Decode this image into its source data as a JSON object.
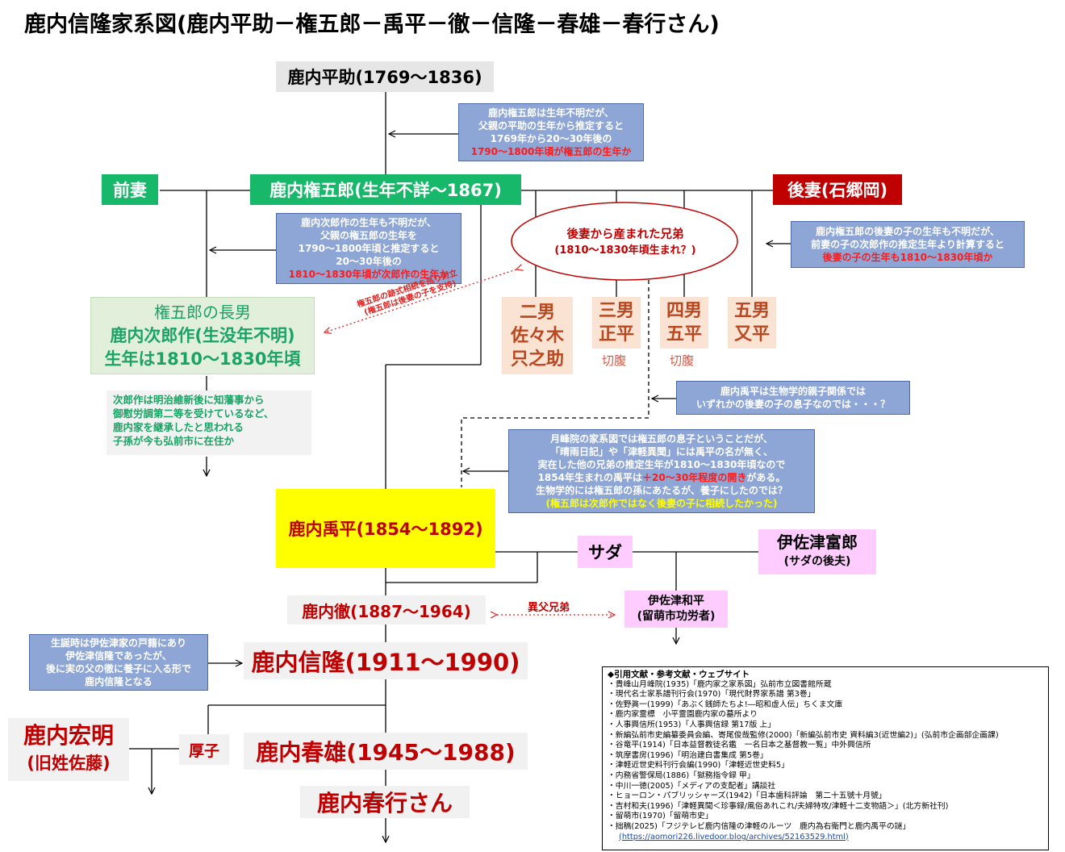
{
  "title": "鹿内信隆家系図(鹿内平助－権五郎－禹平－徹－信隆－春雄－春行さん)",
  "persons": {
    "heisuke": "鹿内平助(1769～1836)",
    "gongoro": "鹿内権五郎(生年不詳～1867)",
    "first_wife": "前妻",
    "second_wife": "後妻(石郷岡)",
    "eldest": {
      "line1": "権五郎の長男",
      "line2": "鹿内次郎作(生没年不明)",
      "line3": "生年は1810～1830年頃"
    },
    "brothers_ellipse": {
      "line1": "後妻から産まれた兄弟",
      "line2": "(1810～1830年頃生まれ？)"
    },
    "son2": [
      "二男",
      "佐々木",
      "只之助"
    ],
    "son3": [
      "三男",
      "正平"
    ],
    "son4": [
      "四男",
      "五平"
    ],
    "son5": [
      "五男",
      "又平"
    ],
    "seppuku": "切腹",
    "uhei": "鹿内禹平(1854～1892)",
    "sada": "サダ",
    "isazu_tomiro": {
      "line1": "伊佐津富郎",
      "line2": "(サダの後夫)"
    },
    "toru": "鹿内徹(1887～1964)",
    "isazu_wahei": {
      "line1": "伊佐津和平",
      "line2": "(留萌市功労者)"
    },
    "half_brothers": "異父兄弟",
    "nobutaka": "鹿内信隆(1911～1990)",
    "hiroaki": {
      "line1": "鹿内宏明",
      "line2": "(旧姓佐藤)"
    },
    "atsuko": "厚子",
    "haruo": "鹿内春雄(1945～1988)",
    "haruyuki": "鹿内春行さん"
  },
  "notes": {
    "n1": {
      "l1": "鹿内権五郎は生年不明だが、",
      "l2": "父親の平助の生年から推定すると",
      "l3": "1769年から20～30年後の",
      "hl": "1790～1800年頃が権五郎の生年か"
    },
    "n2": {
      "l1": "鹿内次郎作の生年も不明だが、",
      "l2": "父親の権五郎の生年を",
      "l3": "1790～1800年頃と推定すると",
      "l4": "20～30年後の",
      "hl": "1810～1830年頃が次郎作の生年か"
    },
    "n3": {
      "l1": "鹿内権五郎の後妻の子の生年も不明だが、",
      "l2": "前妻の子の次郎作の推定生年より計算すると",
      "hl": "後妻の子の生年も1810～1830年頃か"
    },
    "dispute": {
      "l1": "権五郎の跡式相続を巡り対立",
      "l2": "(権五郎は後妻の子を支持)"
    },
    "n4": {
      "l1": "次郎作は明治維新後に知藩事から",
      "l2": "御慰労調第二等を受けているなど、",
      "l3": "鹿内家を継承したと思われる",
      "l4": "子孫が今も弘前市に在住か"
    },
    "n5": {
      "l1": "鹿内禹平は生物学的親子関係では",
      "l2": "いずれかの後妻の子の息子なのでは・・・？"
    },
    "n6": {
      "l1": "月峰院の家系図では権五郎の息子ということだが、",
      "l2": "「晴雨日記」や「津軽異聞」には禹平の名が無く、",
      "l3": "実在した他の兄弟の推定生年が1810～1830年頃なので",
      "l4a": "1854年生まれの禹平は",
      "l4hl": "＋20～30年程度の開き",
      "l4b": "がある。",
      "l5": "生物学的には権五郎の孫にあたるが、養子にしたのでは？",
      "yl": "(権五郎は次郎作ではなく後妻の子に相続したかった)"
    },
    "n7": {
      "l1": "生誕時は伊佐津家の戸籍にあり",
      "l2": "伊佐津信隆であったが、",
      "l3": "後に実の父の徹に養子に入る形で",
      "l4": "鹿内信隆となる"
    }
  },
  "references": {
    "heading": "◆引用文献・参考文献・ウェブサイト",
    "items": [
      "・貴峰山月峰院(1935)「鹿内家之家系図」弘前市立図書館所蔵",
      "・現代名士家系譜刊行会(1970)「現代財界家系譜 第3巻」",
      "・佐野眞一(1999)「あぶく銭師たちよ!―昭和虚人伝」ちくま文庫",
      "・鹿内家霊標　小平霊園鹿内家の墓所より",
      "・人事興信所(1953)「人事興信録 第17版 上」",
      "・新編弘前市史編纂委員会編、㟢尾俊哉監修(2000)「新編弘前市史 資料編3(近世編2)」(弘前市企画部企画課)",
      "・谷竜平(1914)「日本益督教徒名鑑　一名日本之基督教一覧」中外興信所",
      "・筑摩書房(1996)「明治建白書集成 第5巻」",
      "・津軽近世史料刊行会編(1990)「津軽近世史料5」",
      "・内務省警保局(1886)「獄務指令録 甲」",
      "・中川一徳(2005)「メディアの支配者」講談社",
      "・ヒョーロン・パブリッシャーズ(1942)「日本歯科評論　第二十五號十月號」",
      "・吉村和夫(1996)「津軽異聞＜珍事録/風俗あれこれ/夫婦特攻/津軽十二支物語＞」(北方新社刊)",
      "・留萌市(1970)「留萌市史」",
      "・拙稿(2025)「フジテレビ鹿内信隆の津軽のルーツ　鹿内為右衛門と鹿内禹平の謎」"
    ],
    "url": "(https://aomori226.livedoor.blog/archives/52163529.html)"
  },
  "colors": {
    "green": "#17b86a",
    "red": "#c00000",
    "yellow": "#ffff00",
    "pink": "#ffccff",
    "note_blue": "#8ea6d6",
    "dark_red": "#c00000"
  }
}
